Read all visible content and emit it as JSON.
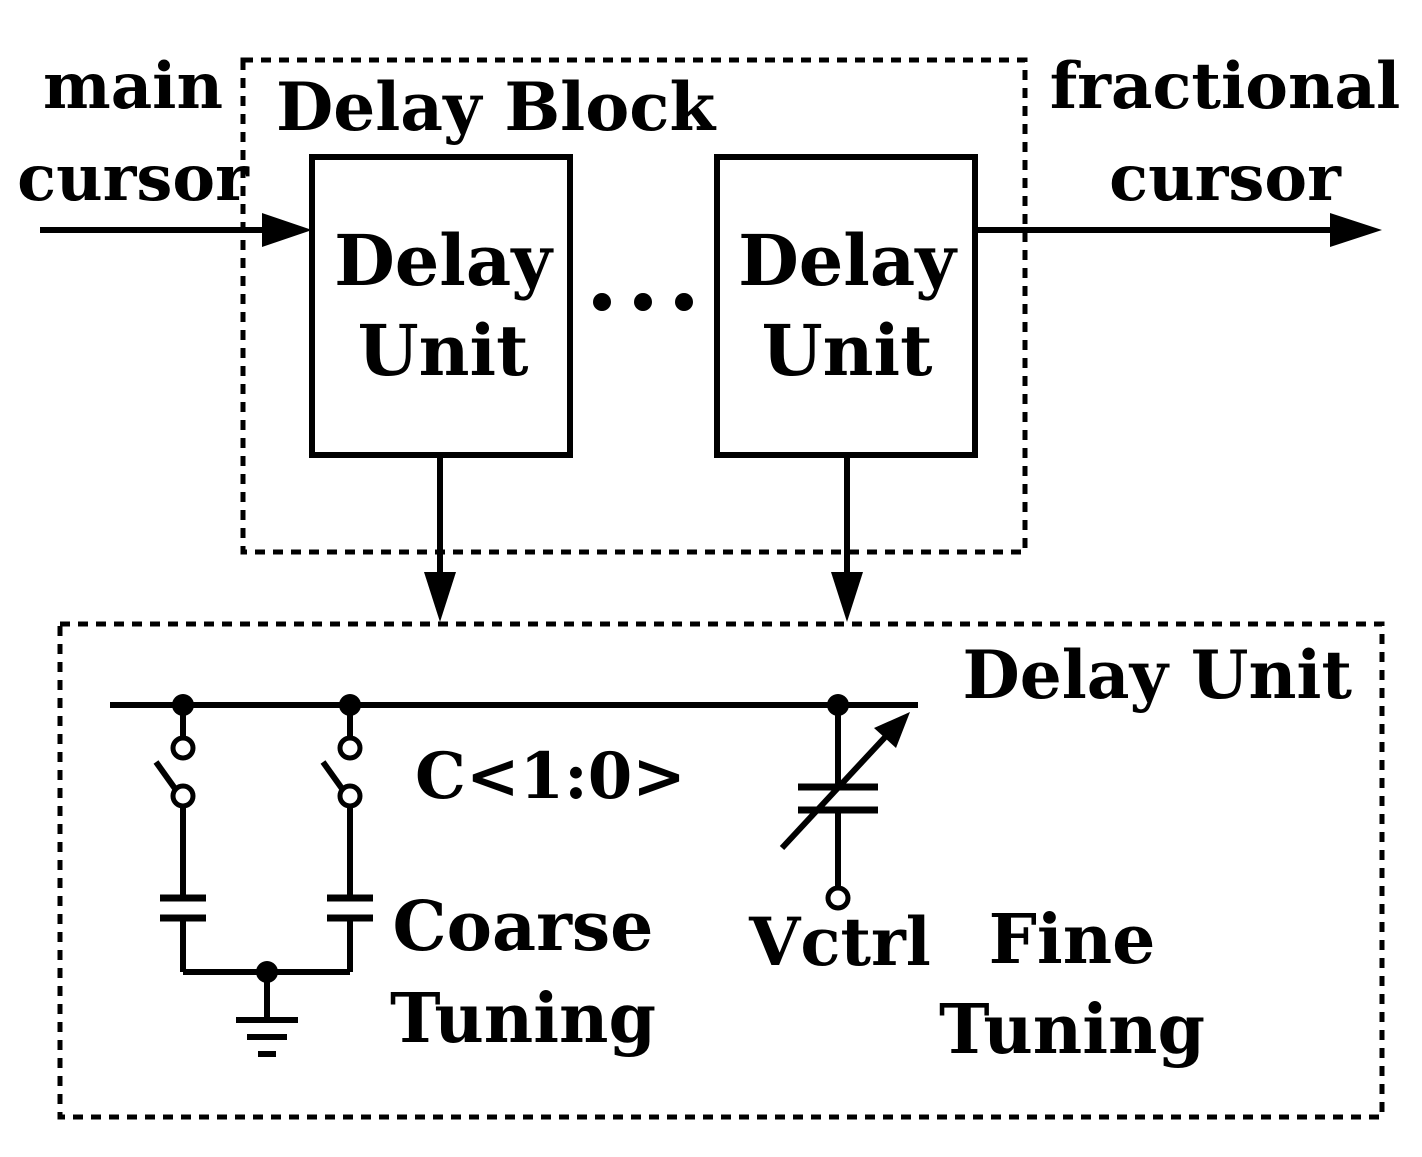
{
  "labels": {
    "main_line1": "main",
    "main_line2": "cursor",
    "fractional_line1": "fractional",
    "fractional_line2": "cursor",
    "delay_block": "Delay Block",
    "unit1_line1": "Delay",
    "unit1_line2": "Unit",
    "unit2_line1": "Delay",
    "unit2_line2": "Unit",
    "ellipsis": "• • •",
    "delay_unit_title": "Delay Unit",
    "control_bits": "C<1:0>",
    "coarse_line1": "Coarse",
    "coarse_line2": "Tuning",
    "vctrl": "Vctrl",
    "fine_line1": "Fine",
    "fine_line2": "Tuning"
  },
  "colors": {
    "stroke": "#000000",
    "background": "#ffffff"
  }
}
